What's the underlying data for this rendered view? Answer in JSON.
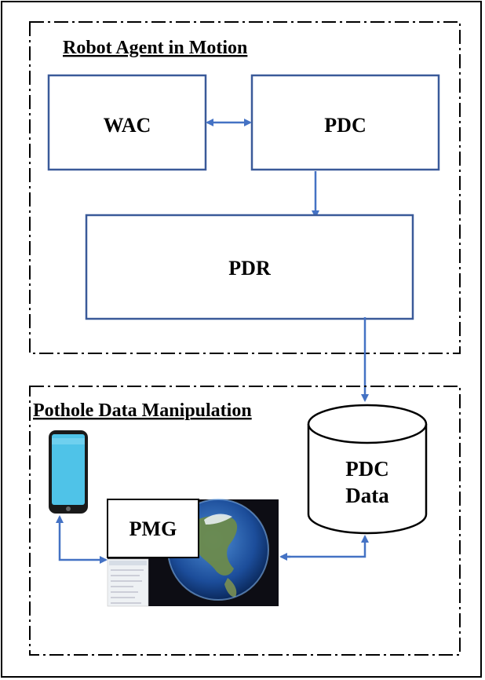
{
  "groups": {
    "robot": {
      "title": "Robot Agent in Motion"
    },
    "manipulation": {
      "title": "Pothole Data Manipulation"
    }
  },
  "nodes": {
    "wac": {
      "label": "WAC"
    },
    "pdc": {
      "label": "PDC"
    },
    "pdr": {
      "label": "PDR"
    },
    "pmg": {
      "label": "PMG"
    },
    "pdc_data": {
      "line1": "PDC",
      "line2": "Data"
    }
  },
  "icons": {
    "phone": "smartphone-icon",
    "globe": "earth-globe-screenshot"
  },
  "colors": {
    "box_border": "#3a5a99",
    "arrow": "#4472c4",
    "phone_screen": "#4fc3e8",
    "background": "#ffffff"
  }
}
